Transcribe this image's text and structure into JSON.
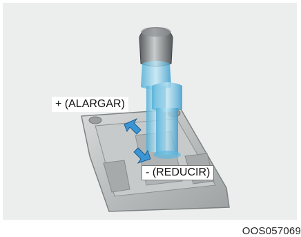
{
  "labels": {
    "increase": "+ (ALARGAR)",
    "decrease": "- (REDUCIR)"
  },
  "figure_code": "OOS057069",
  "icons": {
    "up_arrow": "arrow-up-left-icon",
    "down_arrow": "arrow-down-right-icon"
  },
  "colors": {
    "background": "#eceeee",
    "ghost_shifter": "#6fc4e6",
    "arrow": "#3b95d3",
    "console": "#bfc2c2"
  }
}
